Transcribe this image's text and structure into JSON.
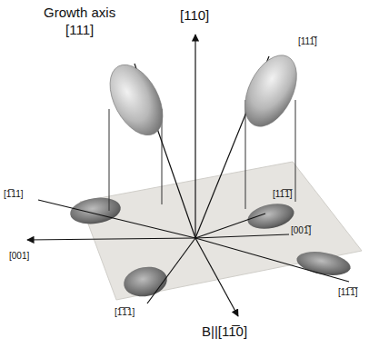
{
  "diagram": {
    "labels": [
      "Growth axis",
      "[111]",
      "[110]",
      "[111̅]",
      "[1̅11]",
      "[11̅1̅]",
      "[001̅]",
      "[001]",
      "[1̅1̅1]",
      "[11̅1̅]",
      "B||[11̅0]"
    ]
  }
}
